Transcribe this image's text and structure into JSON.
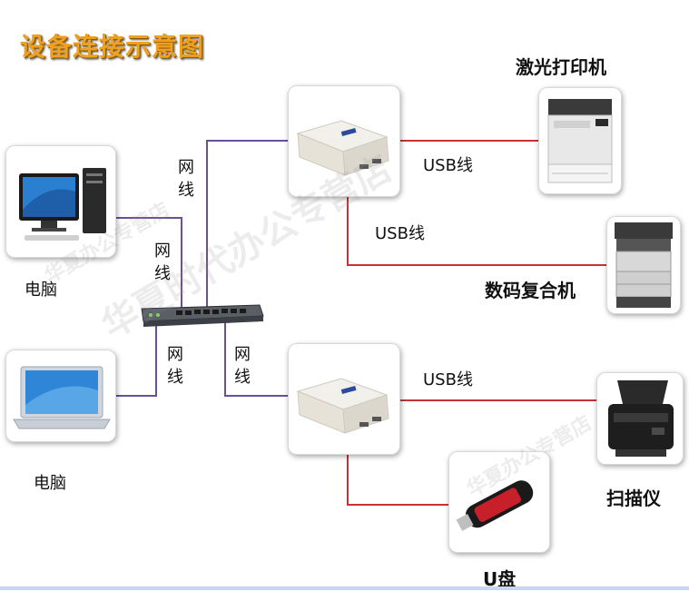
{
  "title": "设备连接示意图",
  "labels": {
    "laser_printer": "激光打印机",
    "mfp": "数码复合机",
    "scanner": "扫描仪",
    "udisk": "U盘",
    "pc1": "电脑",
    "pc2": "电脑",
    "net_cable_top": "网线",
    "net_cable_pc1": "网线",
    "net_cable_pc2": "网线",
    "net_cable_bottom": "网线",
    "usb1": "USB线",
    "usb2": "USB线",
    "usb3": "USB线"
  },
  "watermarks": [
    "华夏办公专营店",
    "华夏时代办公专营店",
    "华夏办公专营店"
  ],
  "colors": {
    "network_line": "#6a4f9a",
    "usb_line": "#c83232",
    "title": "#f0a020"
  }
}
